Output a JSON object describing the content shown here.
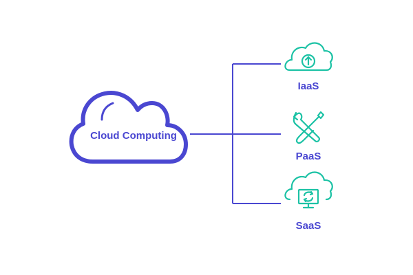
{
  "colors": {
    "primary": "#4A47D1",
    "accent": "#1CC2A5",
    "background": "#FFFFFF"
  },
  "center": {
    "label": "Cloud Computing",
    "icon": "cloud-icon"
  },
  "services": [
    {
      "label": "IaaS",
      "icon": "cloud-upload-icon"
    },
    {
      "label": "PaaS",
      "icon": "wrench-screwdriver-icon"
    },
    {
      "label": "SaaS",
      "icon": "cloud-sync-monitor-icon"
    }
  ]
}
